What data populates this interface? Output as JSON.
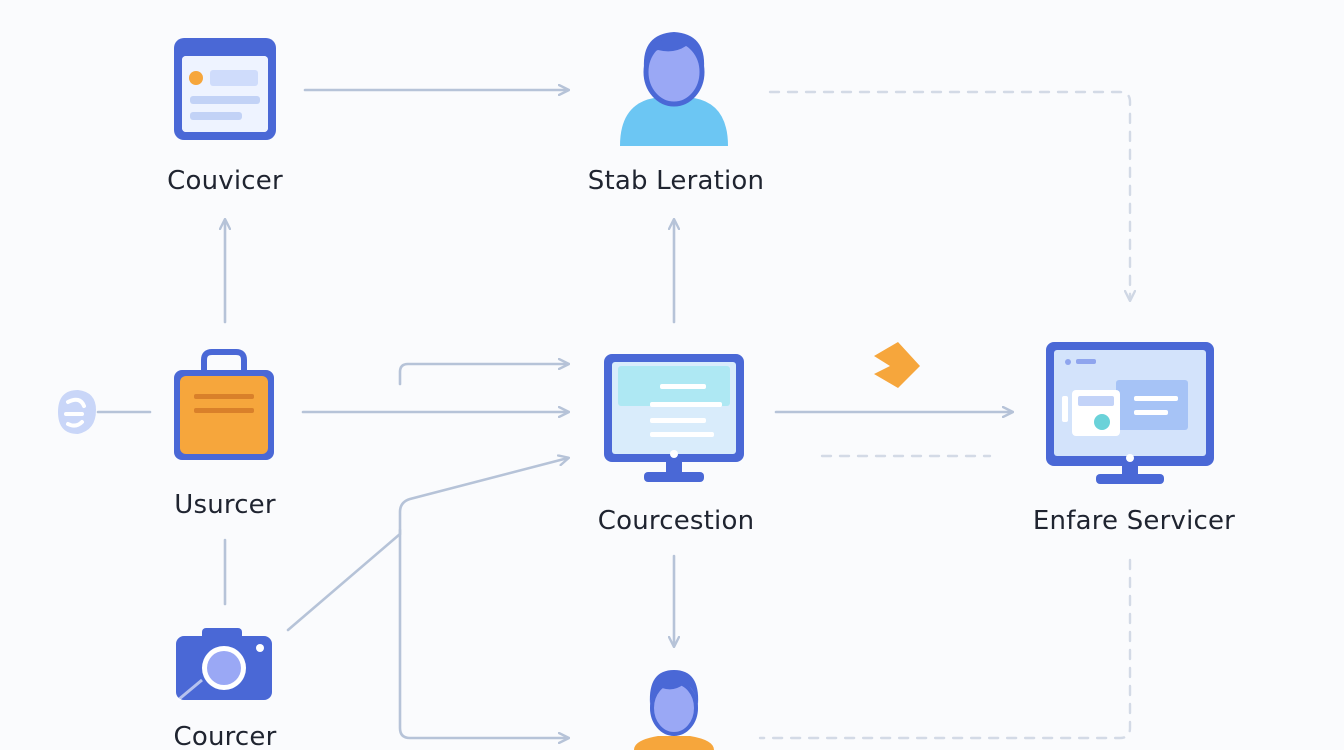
{
  "diagram": {
    "nodes": {
      "couvicer": {
        "label": "Couvicer",
        "icon": "browser-window-icon"
      },
      "stab_leration": {
        "label": "Stab Leration",
        "icon": "user-icon"
      },
      "usurcer": {
        "label": "Usurcer",
        "icon": "briefcase-icon"
      },
      "courcestion": {
        "label": "Courcestion",
        "icon": "monitor-icon"
      },
      "enfare_servicer": {
        "label": "Enfare Servicer",
        "icon": "monitor-dashboard-icon"
      },
      "courcer": {
        "label": "Courcer",
        "icon": "camera-icon"
      },
      "bottom_user": {
        "label": "",
        "icon": "user-icon"
      },
      "left_source": {
        "label": "",
        "icon": "cloud-icon"
      }
    },
    "colors": {
      "connector": "#b6c3d8",
      "connector_dashed": "#d3dae6",
      "accent_blue": "#4a68d6",
      "accent_orange": "#f6a63c",
      "accent_cyan": "#6cc6f3"
    }
  }
}
